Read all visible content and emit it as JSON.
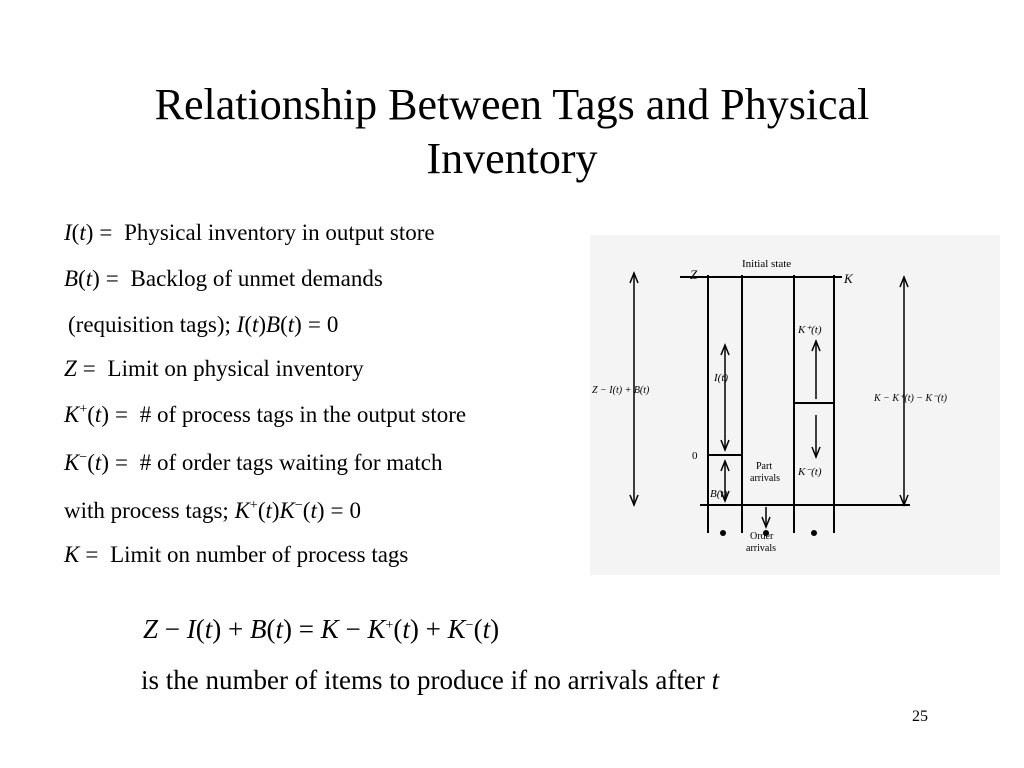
{
  "slide": {
    "title_line1": "Relationship Between Tags and Physical",
    "title_line2": "Inventory",
    "page_number": "25"
  },
  "definitions": {
    "l1_desc": "Physical inventory in output store",
    "l2_desc": "Backlog of unmet demands",
    "l3_prefix": "(requisition tags); ",
    "l4_desc": "Limit on physical inventory",
    "l5_desc": "# of process tags in the output store",
    "l6_desc": "# of order tags waiting for match",
    "l7_prefix": "with process tags; ",
    "l8_desc": "Limit on number of process tags"
  },
  "bottom": {
    "caption": "is the number of items to produce if no arrivals after "
  },
  "figure": {
    "initial_state": "Initial state",
    "z_label": "Z",
    "k_label": "K",
    "left_expr": "Z − I(t) + B(t)",
    "right_expr": "K − K⁺(t) − K⁻(t)",
    "i_label": "I(t)",
    "kplus_label": "K⁺(t)",
    "kminus_label": "K⁻(t)",
    "zero_label": "0",
    "b_label": "B(t)",
    "part_arrivals_1": "Part",
    "part_arrivals_2": "arrivals",
    "order_arrivals_1": "Order",
    "order_arrivals_2": "arrivals"
  }
}
